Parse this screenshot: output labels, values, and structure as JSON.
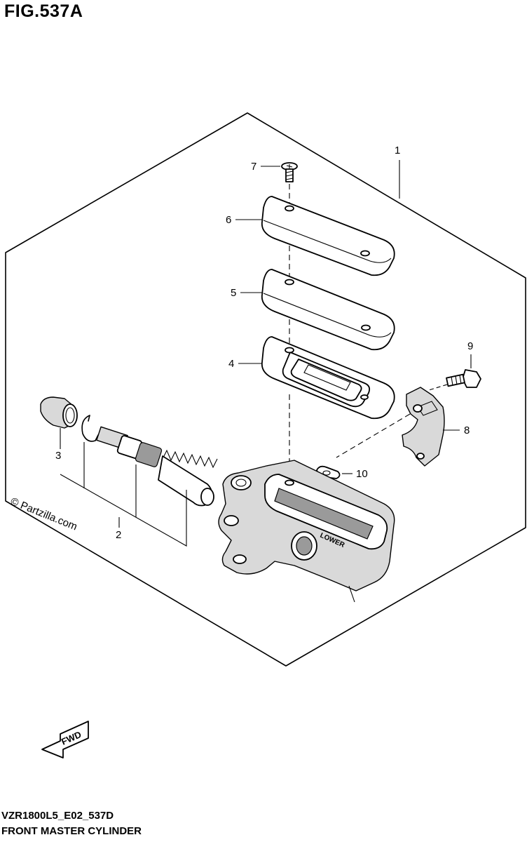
{
  "figure": {
    "title": "FIG.537A",
    "model_code": "VZR1800L5_E02_537D",
    "name": "FRONT MASTER CYLINDER"
  },
  "watermark": "© Partzilla.com",
  "fwd_label": "FWD",
  "lower_label": "LOWER",
  "callouts": [
    "1",
    "2",
    "3",
    "4",
    "5",
    "6",
    "7",
    "8",
    "9",
    "10"
  ]
}
